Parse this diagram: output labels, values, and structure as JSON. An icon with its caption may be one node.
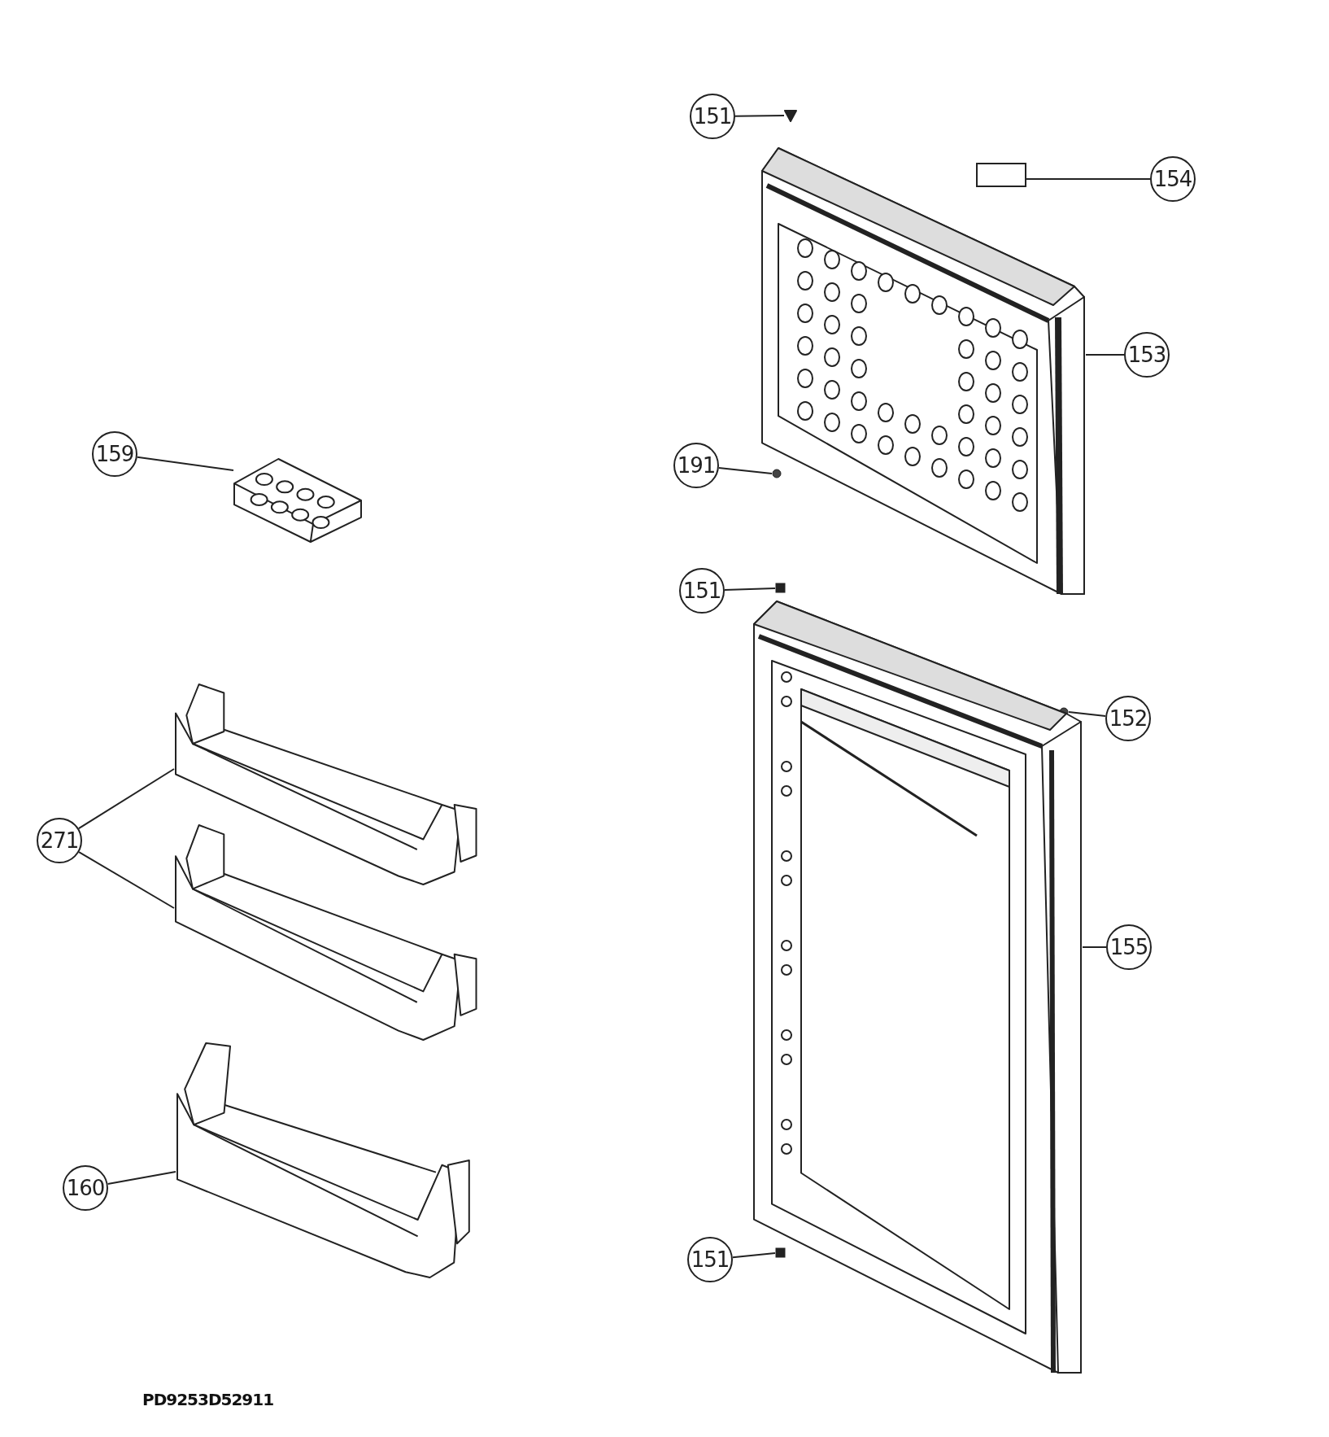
{
  "diagram": {
    "nodes": [
      {
        "text": [
          "151"
        ]
      },
      {
        "text": [],
        "shape": "picture"
      },
      {
        "text": [
          "154"
        ]
      },
      {
        "text": [],
        "shape": "box"
      },
      {
        "text": [
          "153"
        ]
      },
      {
        "text": [],
        "shape": "picture"
      },
      {
        "text": [
          "159"
        ]
      },
      {
        "text": [],
        "shape": "picture"
      },
      {
        "text": [
          "191"
        ]
      },
      {
        "text": [],
        "shape": "circle"
      },
      {
        "text": [
          "151"
        ]
      },
      {
        "text": [],
        "shape": "box"
      },
      {
        "text": [
          "152"
        ]
      },
      {
        "text": [],
        "shape": "circle"
      },
      {
        "text": [
          "271"
        ]
      },
      {
        "text": [],
        "shape": "picture"
      },
      {
        "text": [],
        "shape": "picture"
      },
      {
        "text": [
          "155"
        ]
      },
      {
        "text": [],
        "shape": "picture"
      },
      {
        "text": [
          "160"
        ]
      },
      {
        "text": [],
        "shape": "picture"
      },
      {
        "text": [
          "151"
        ]
      },
      {
        "text": [],
        "shape": "box"
      }
    ],
    "edges": [
      {
        "from": 0,
        "to": 1,
        "arrow": "none"
      },
      {
        "from": 2,
        "to": 3,
        "arrow": "none"
      },
      {
        "from": 4,
        "to": 5,
        "arrow": "none"
      },
      {
        "from": 6,
        "to": 7,
        "arrow": "none"
      },
      {
        "from": 8,
        "to": 9,
        "arrow": "none"
      },
      {
        "from": 10,
        "to": 11,
        "arrow": "none"
      },
      {
        "from": 12,
        "to": 13,
        "arrow": "none"
      },
      {
        "from": 14,
        "to": 15,
        "arrow": "none"
      },
      {
        "from": 14,
        "to": 16,
        "arrow": "none"
      },
      {
        "from": 17,
        "to": 18,
        "arrow": "none"
      },
      {
        "from": 19,
        "to": 20,
        "arrow": "none"
      },
      {
        "from": 21,
        "to": 22,
        "arrow": "none"
      }
    ],
    "labels": [
      "PD9253D52911"
    ]
  }
}
